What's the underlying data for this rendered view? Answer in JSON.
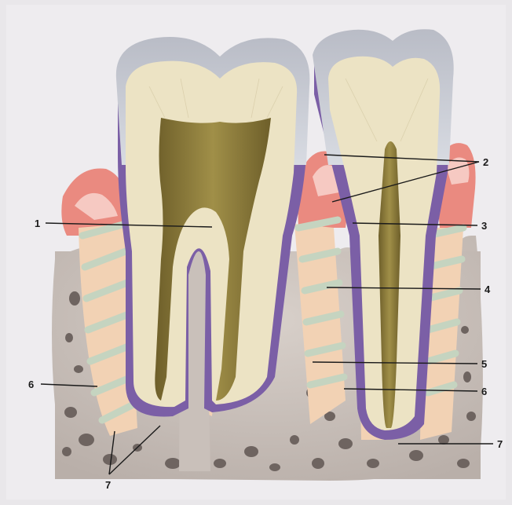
{
  "labels": {
    "l1": "1",
    "l2": "2",
    "l3": "3",
    "l4": "4",
    "l5": "5",
    "l6_left": "6",
    "l6_right": "6",
    "l7_left": "7",
    "l7_right": "7"
  },
  "colors": {
    "background": "#e9e7ea",
    "enamel": "#c9cdd6",
    "dentin": "#ece3c4",
    "pulp": "#8a7a3c",
    "cementum": "#7b5fa6",
    "gingiva": "#ea8a80",
    "periodontal_ligament": "#f2d2b4",
    "ligament_fibers": "#c5d4c0",
    "bone": "#c9c0ba",
    "bone_cavities": "#6e6460"
  }
}
